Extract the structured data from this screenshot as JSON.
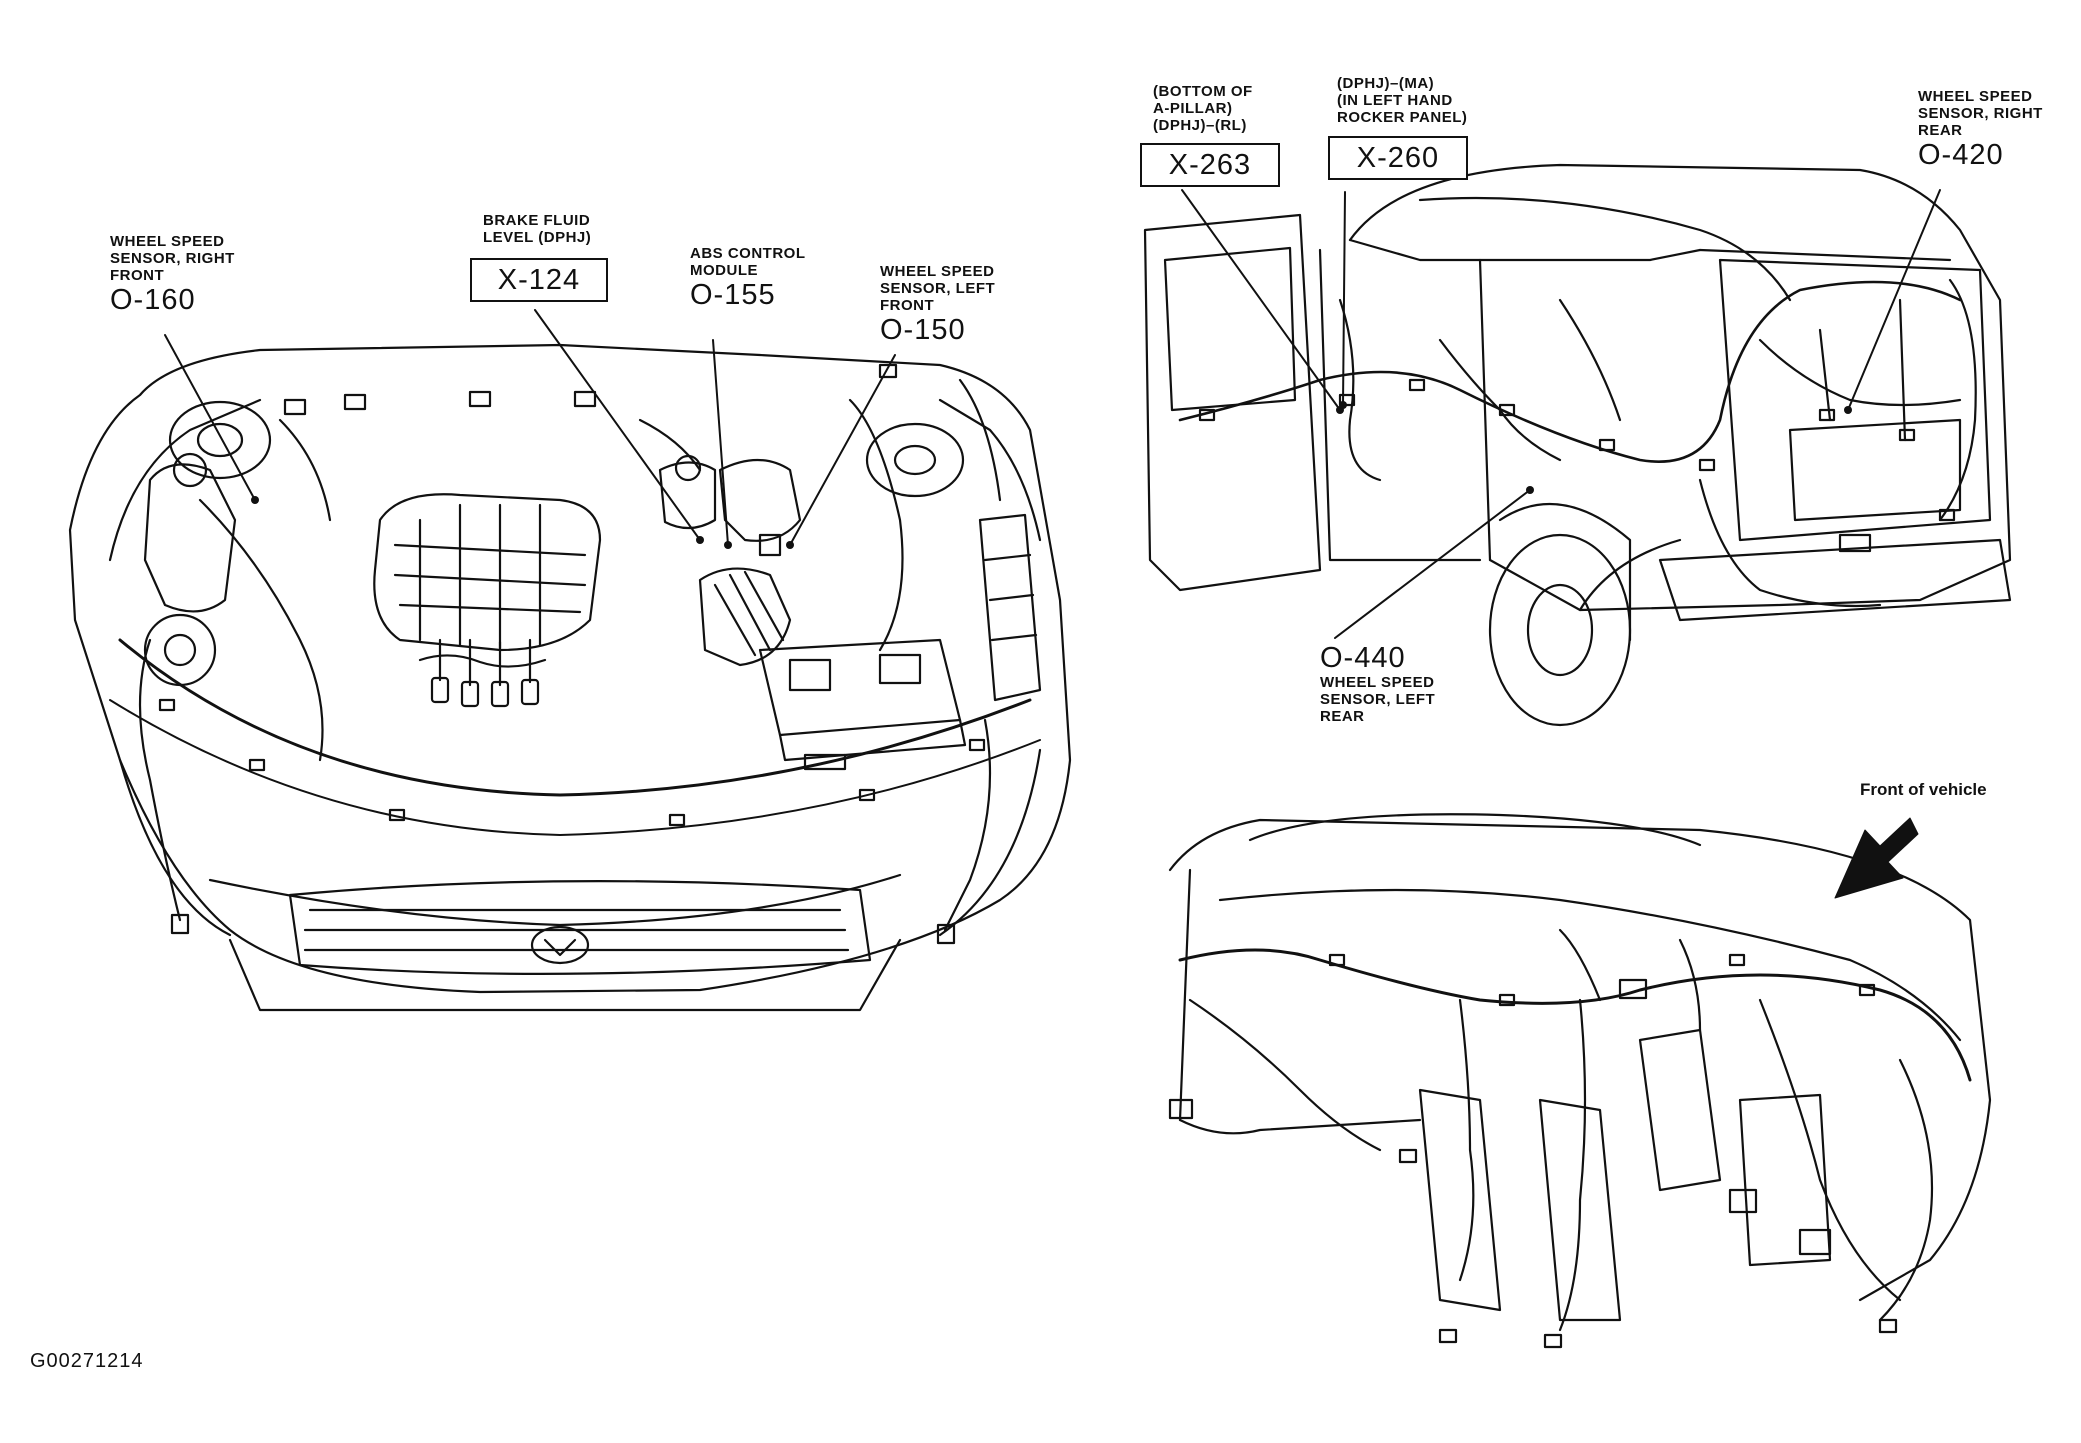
{
  "figure_id": "G00271214",
  "orientation_label": "Front of vehicle",
  "callouts": [
    {
      "id": "O-160",
      "lines": [
        "WHEEL SPEED",
        "SENSOR, RIGHT",
        "FRONT"
      ]
    },
    {
      "id": "X-124",
      "lines": [
        "BRAKE FLUID",
        "LEVEL (DPHJ)"
      ]
    },
    {
      "id": "O-155",
      "lines": [
        "ABS CONTROL",
        "MODULE"
      ]
    },
    {
      "id": "O-150",
      "lines": [
        "WHEEL SPEED",
        "SENSOR, LEFT",
        "FRONT"
      ]
    },
    {
      "id": "X-263",
      "lines": [
        "(BOTTOM OF",
        "A-PILLAR)",
        "(DPHJ)–(RL)"
      ]
    },
    {
      "id": "X-260",
      "lines": [
        "(DPHJ)–(MA)",
        "(IN LEFT HAND",
        "ROCKER PANEL)"
      ]
    },
    {
      "id": "O-420",
      "lines": [
        "WHEEL SPEED",
        "SENSOR, RIGHT",
        "REAR"
      ]
    },
    {
      "id": "O-440",
      "lines": [
        "WHEEL SPEED",
        "SENSOR, LEFT",
        "REAR"
      ]
    }
  ],
  "colors": {
    "ink": "#111111",
    "paper": "#ffffff"
  }
}
